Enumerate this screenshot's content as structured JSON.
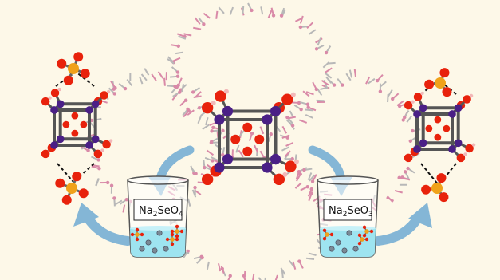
{
  "beakers": [
    {
      "formula": "Na",
      "sub1": "2",
      "mid": "SeO",
      "sub2": "4"
    },
    {
      "formula": "Na",
      "sub1": "2",
      "mid": "SeO",
      "sub2": "3"
    }
  ],
  "colors": {
    "background": "#fdf8e8",
    "oxygen": "#e8220c",
    "metal": "#4a1f86",
    "selenium": "#f0a21a",
    "hydrogen": "#f2b8b8",
    "framework_grey": "#b8b8b8",
    "framework_pink": "#d98aa8",
    "arrow": "#84b6d6",
    "solution": "#9ee4f0"
  }
}
